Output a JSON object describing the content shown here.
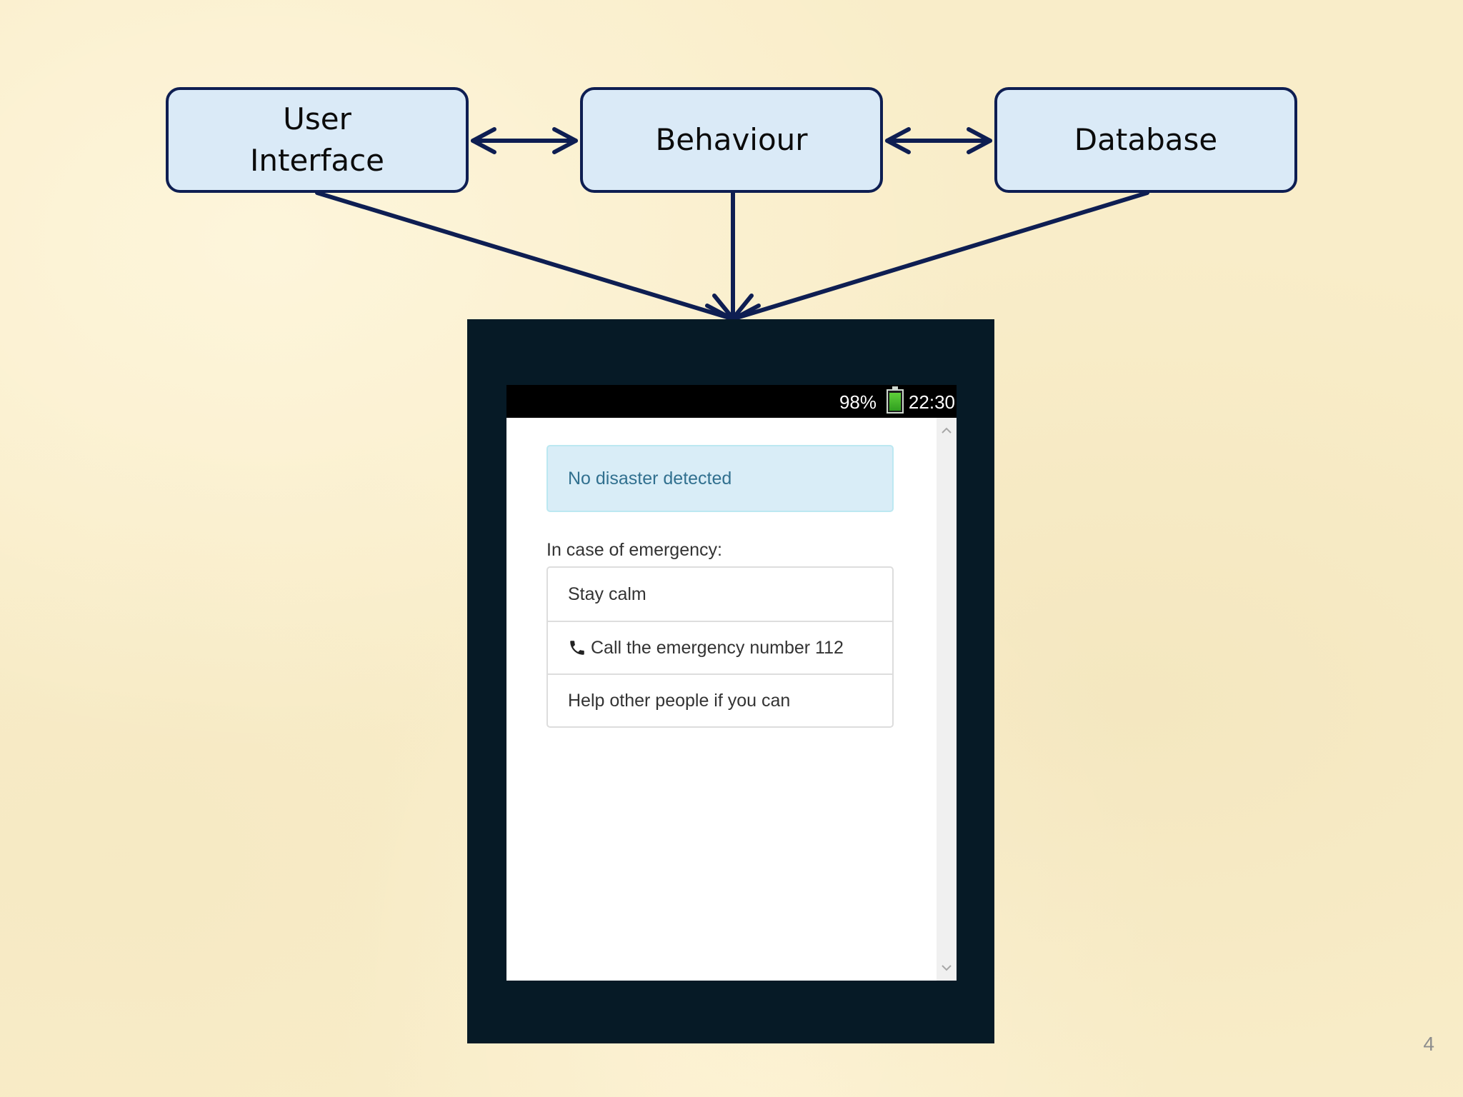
{
  "diagram": {
    "nodes": {
      "user_interface": "User\nInterface",
      "behaviour": "Behaviour",
      "database": "Database"
    },
    "colors": {
      "node_fill": "#daeaf7",
      "node_border": "#0e1e52",
      "arrow": "#0e1e52",
      "background": "#f9edc9"
    }
  },
  "phone": {
    "status": {
      "battery": "98%",
      "time": "22:30"
    },
    "alert": "No disaster detected",
    "emergency_title": "In case of emergency:",
    "items": [
      "Stay calm",
      "Call the emergency number 112",
      "Help other people if you can"
    ],
    "colors": {
      "alert_bg": "#d9edf7",
      "alert_text": "#31708f",
      "frame": "#061a26"
    }
  },
  "page_number": "4"
}
